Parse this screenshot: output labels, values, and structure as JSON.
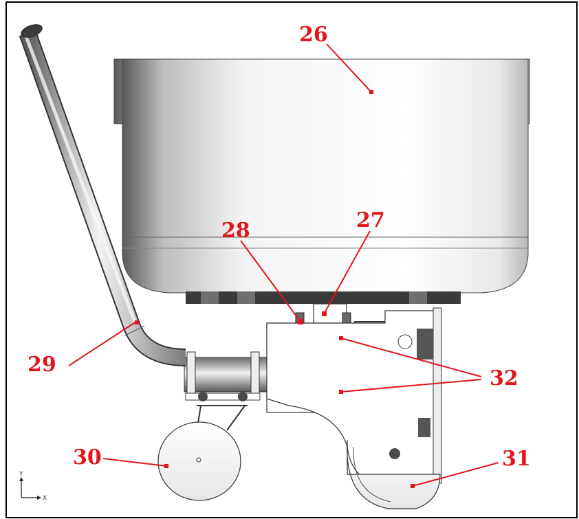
{
  "callouts": {
    "c26": "26",
    "c27": "27",
    "c28": "28",
    "c29": "29",
    "c30": "30",
    "c31": "31",
    "c32": "32"
  },
  "triad": {
    "y_label": "Y",
    "x_label": "X"
  },
  "colors": {
    "callout": "#e0161b",
    "frame": "#000000"
  }
}
